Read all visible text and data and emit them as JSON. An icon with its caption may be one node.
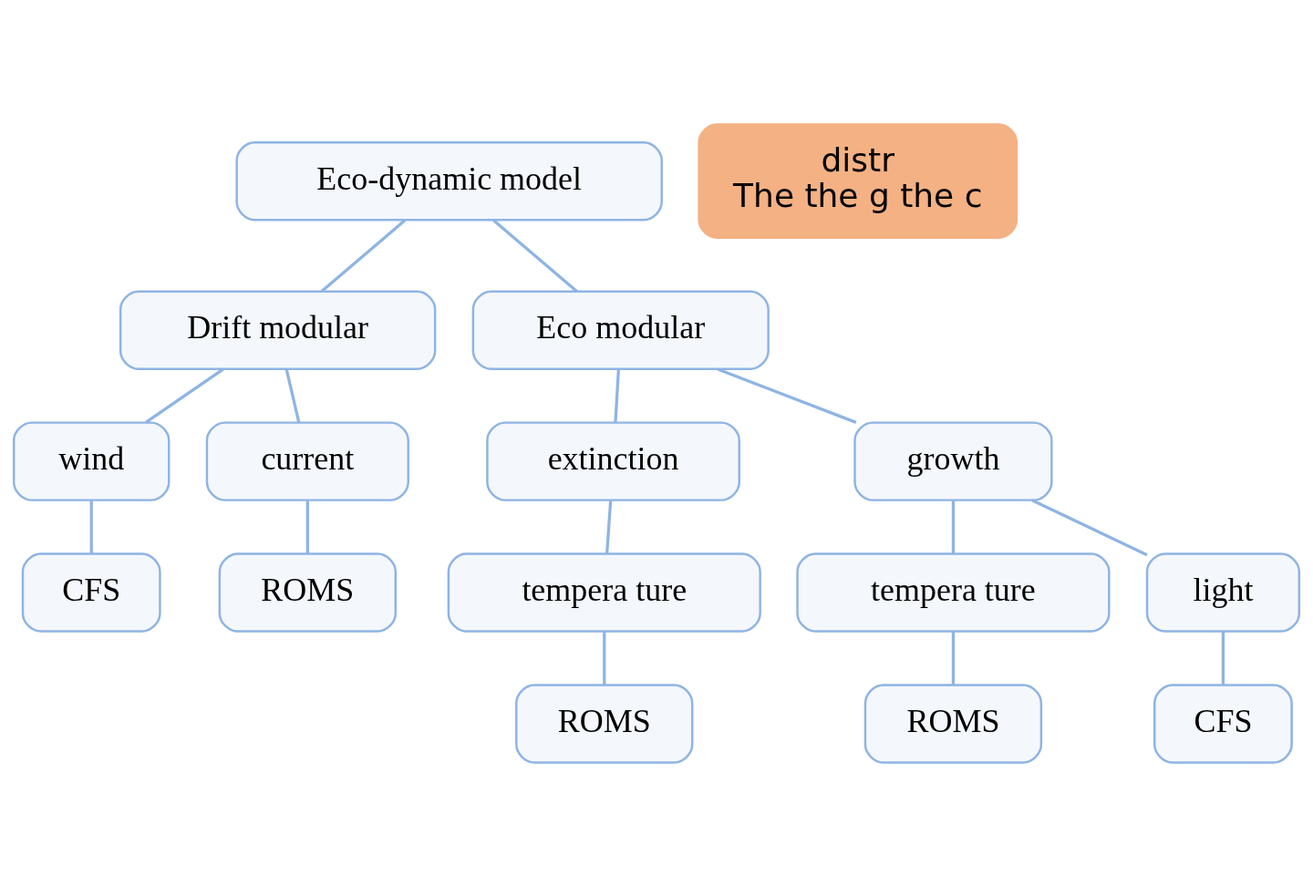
{
  "diagram": {
    "nodes": [
      {
        "text": [
          "Eco-dynamic model"
        ]
      },
      {
        "text": [
          "Drift modular"
        ]
      },
      {
        "text": [
          "Eco modular"
        ]
      },
      {
        "text": [
          "wind"
        ]
      },
      {
        "text": [
          "current"
        ]
      },
      {
        "text": [
          "extinction"
        ]
      },
      {
        "text": [
          "growth"
        ]
      },
      {
        "text": [
          "tempera ture"
        ]
      },
      {
        "text": [
          "tempera ture"
        ]
      },
      {
        "text": [
          "light"
        ]
      },
      {
        "text": [
          "CFS"
        ]
      },
      {
        "text": [
          "ROMS"
        ]
      },
      {
        "text": [
          "ROMS"
        ]
      },
      {
        "text": [
          "ROMS"
        ]
      },
      {
        "text": [
          "CFS"
        ]
      },
      {
        "text": [
          "distr",
          "The the g the c"
        ]
      }
    ],
    "edges": [
      {
        "from": 0,
        "to": 1,
        "arrow": "none"
      },
      {
        "from": 0,
        "to": 2,
        "arrow": "none"
      },
      {
        "from": 1,
        "to": 3,
        "arrow": "none"
      },
      {
        "from": 1,
        "to": 4,
        "arrow": "none"
      },
      {
        "from": 2,
        "to": 5,
        "arrow": "none"
      },
      {
        "from": 2,
        "to": 6,
        "arrow": "none"
      },
      {
        "from": 5,
        "to": 7,
        "arrow": "none"
      },
      {
        "from": 6,
        "to": 8,
        "arrow": "none"
      },
      {
        "from": 6,
        "to": 9,
        "arrow": "none"
      },
      {
        "from": 3,
        "to": 10,
        "arrow": "none"
      },
      {
        "from": 4,
        "to": 11,
        "arrow": "none"
      },
      {
        "from": 7,
        "to": 12,
        "arrow": "none"
      },
      {
        "from": 8,
        "to": 13,
        "arrow": "none"
      },
      {
        "from": 9,
        "to": 14,
        "arrow": "none"
      }
    ]
  }
}
